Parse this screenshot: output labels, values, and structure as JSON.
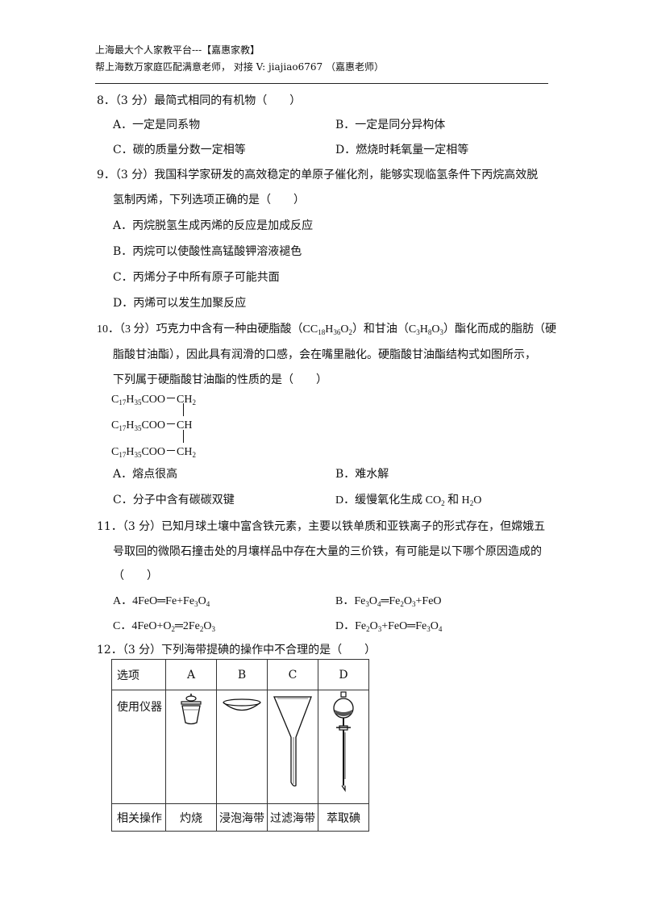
{
  "header": {
    "line1": "上海最大个人家教平台---【嘉惠家教】",
    "line2": "帮上海数万家庭匹配满意老师， 对接 V: jiajiao6767 （嘉惠老师）"
  },
  "q8": {
    "stem": "8．（3 分）最简式相同的有机物（　　）",
    "A": "A．一定是同系物",
    "B": "B．一定是同分异构体",
    "C": "C．碳的质量分数一定相等",
    "D": "D．燃烧时耗氧量一定相等"
  },
  "q9": {
    "stem1": "9．（3 分）我国科学家研发的高效稳定的单原子催化剂，能够实现临氢条件下丙烷高效脱",
    "stem2": "氢制丙烯，下列选项正确的是（　　）",
    "A": "A．丙烷脱氢生成丙烯的反应是加成反应",
    "B": "B．丙烷可以使酸性高锰酸钾溶液褪色",
    "C": "C．丙烯分子中所有原子可能共面",
    "D": "D．丙烯可以发生加聚反应"
  },
  "q10": {
    "stem1_a": "10．（3 分）巧克力中含有一种由硬脂酸（C",
    "stem1_b": "）和甘油（C",
    "stem1_c": "）酯化而成的脂肪（硬",
    "stem2": "脂酸甘油酯），因此具有润滑的口感，会在嘴里融化。硬脂酸甘油酯结构式如图所示，",
    "stem3": "下列属于硬脂酸甘油酯的性质的是（　　）",
    "acid": {
      "c": "C",
      "c_sub": "18",
      "h": "H",
      "h_sub": "36",
      "o": "O",
      "o_sub": "2"
    },
    "glycerol": {
      "c": "C",
      "c_sub": "3",
      "h": "H",
      "h_sub": "8",
      "o": "O",
      "o_sub": "3"
    },
    "structure": {
      "chain_c": "C",
      "chain_c_sub": "17",
      "chain_h": "H",
      "chain_h_sub": "35",
      "ester": "COO",
      "dash": "－",
      "ch2": "CH",
      "ch2_sub": "2",
      "ch": "CH"
    },
    "A": "A．熔点很高",
    "B": "B．难水解",
    "C": "C．分子中含有碳碳双键",
    "D_a": "D．缓慢氧化生成 CO",
    "D_sub1": "2",
    "D_b": " 和 H",
    "D_sub2": "2",
    "D_c": "O"
  },
  "q11": {
    "stem1": "11．（3 分）已知月球土壤中富含铁元素，主要以铁单质和亚铁离子的形式存在，但嫦娥五",
    "stem2": "号取回的微陨石撞击处的月壤样品中存在大量的三价铁，有可能是以下哪个原因造成的",
    "stem3": "（　　）",
    "A": {
      "t1": "A．4FeO",
      "eq": "═",
      "t2": "Fe+Fe",
      "s1": "3",
      "t3": "O",
      "s2": "4"
    },
    "B": {
      "t1": "B．Fe",
      "s1": "3",
      "t2": "O",
      "s2": "4",
      "eq": "═",
      "t3": "Fe",
      "s3": "2",
      "t4": "O",
      "s4": "3",
      "t5": "+FeO"
    },
    "C": {
      "t1": "C．4FeO+O",
      "s1": "2",
      "eq": "═",
      "t2": "2Fe",
      "s2": "2",
      "t3": "O",
      "s3": "3"
    },
    "D": {
      "t1": "D．Fe",
      "s1": "2",
      "t2": "O",
      "s2": "3",
      "t3": "+FeO",
      "eq": "═",
      "t4": "Fe",
      "s3": "3",
      "t5": "O",
      "s4": "4"
    }
  },
  "q12": {
    "stem": "12．（3 分）下列海带提碘的操作中不合理的是（　　）",
    "table": {
      "row1": [
        "选项",
        "A",
        "B",
        "C",
        "D"
      ],
      "row2_label": "使用仪器",
      "row3": [
        "相关操作",
        "灼烧",
        "浸泡海带",
        "过滤海带",
        "萃取碘"
      ]
    }
  }
}
